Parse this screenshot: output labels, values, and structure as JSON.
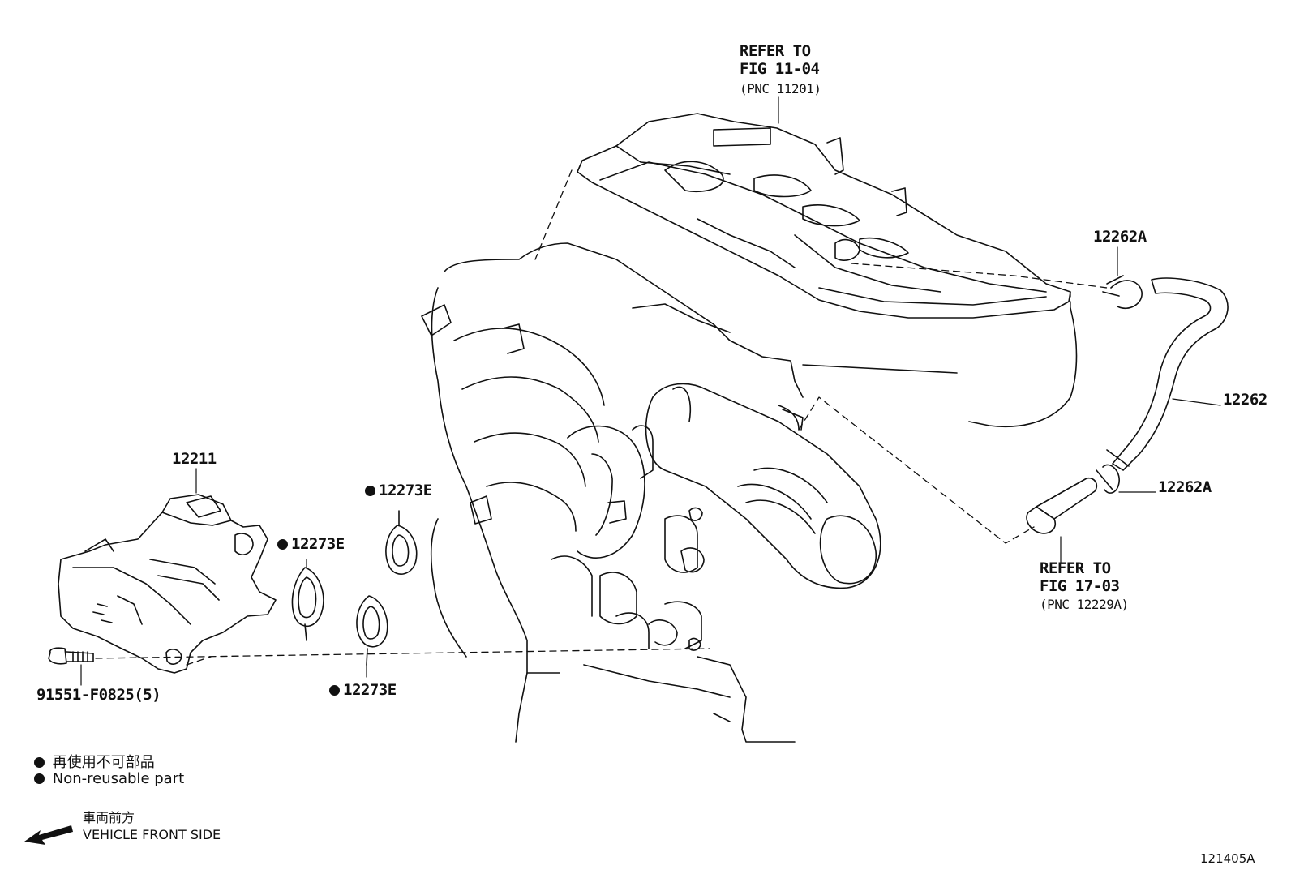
{
  "refs": {
    "top": {
      "line1": "REFER TO",
      "line2": "FIG 11-04",
      "line3": "(PNC 11201)"
    },
    "right": {
      "line1": "REFER TO",
      "line2": "FIG 17-03",
      "line3": "(PNC 12229A)"
    }
  },
  "parts": {
    "p12262A_top": "12262A",
    "p12262": "12262",
    "p12262A_bottom": "12262A",
    "p12211": "12211",
    "p12273E_left": "12273E",
    "p12273E_mid": "12273E",
    "p12273E_bottom": "12273E",
    "bolt": "91551-F0825(5)"
  },
  "legend": {
    "jp": "再使用不可部品",
    "en": "Non-reusable part"
  },
  "direction": {
    "jp": "車両前方",
    "en": "VEHICLE FRONT SIDE"
  },
  "diagram_code": "121405A"
}
